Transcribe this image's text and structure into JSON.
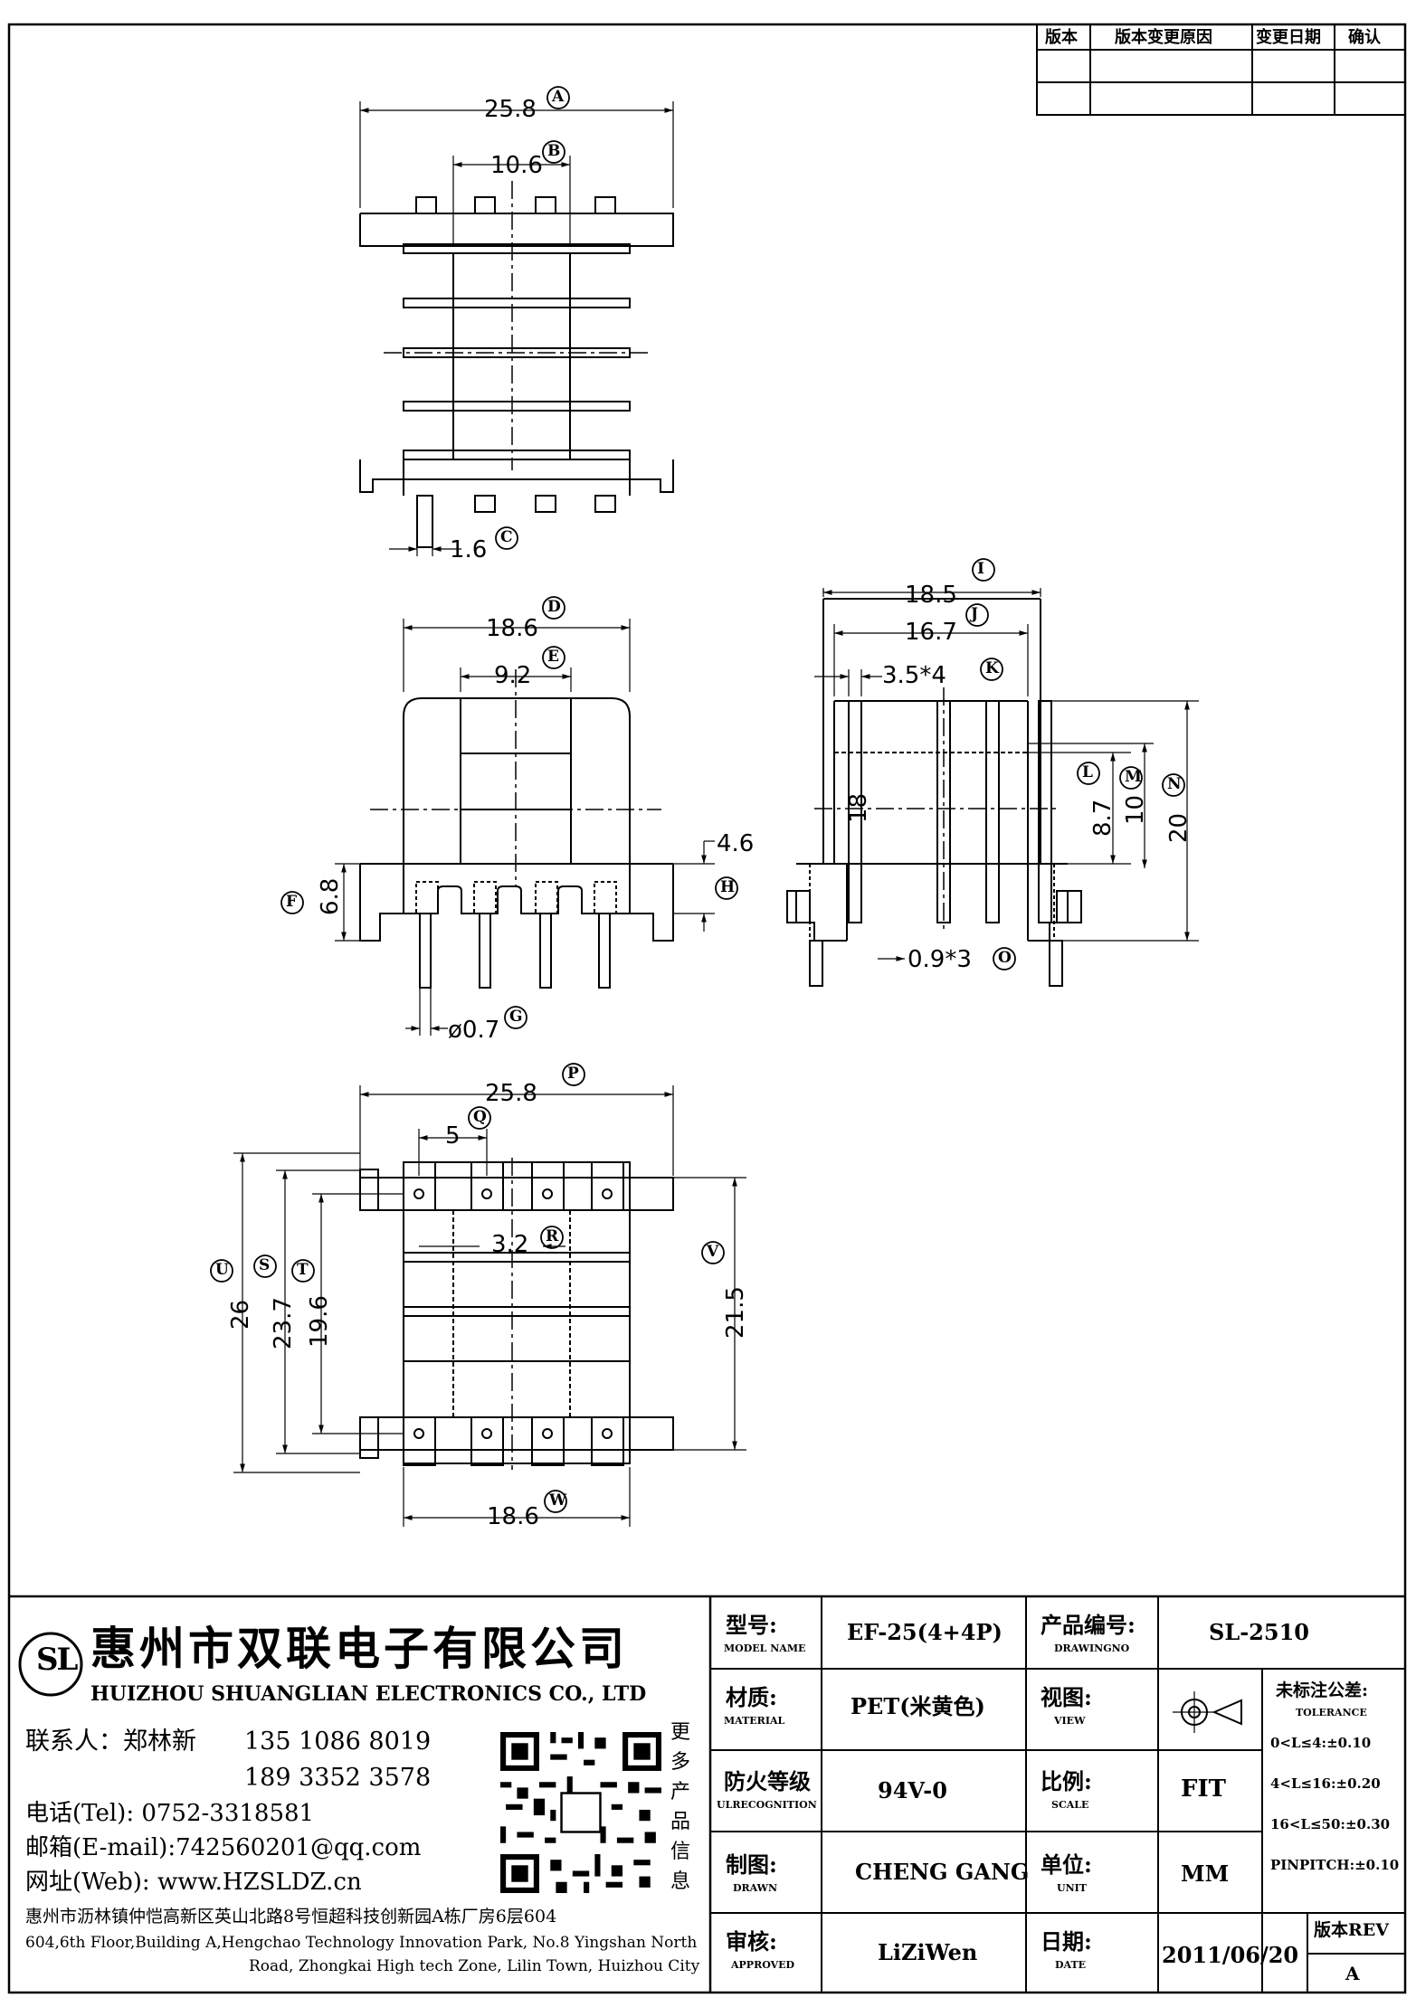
{
  "revision_table": {
    "headers": [
      "版本",
      "版本变更原因",
      "变更日期",
      "确认"
    ]
  },
  "dimensions": {
    "A": "25.8",
    "B": "10.6",
    "C": "1.6",
    "D": "18.6",
    "E": "9.2",
    "F": "6.8",
    "G": "ø0.7",
    "H": "4.6",
    "I": "18.5",
    "J": "16.7",
    "K": "3.5*4",
    "L": "8.7",
    "M": "10",
    "N": "20",
    "O": "0.9*3",
    "side_18": "18",
    "P": "25.8",
    "Q": "5",
    "R": "3.2",
    "S": "23.7",
    "T": "19.6",
    "U": "26",
    "V": "21.5",
    "W": "18.6"
  },
  "dimension_tags": [
    "A",
    "B",
    "C",
    "D",
    "E",
    "F",
    "G",
    "H",
    "I",
    "J",
    "K",
    "L",
    "M",
    "N",
    "O",
    "P",
    "Q",
    "R",
    "S",
    "T",
    "U",
    "V",
    "W"
  ],
  "company": {
    "logo_letters": "SL",
    "name_cn": "惠州市双联电子有限公司",
    "name_en": "HUIZHOU SHUANGLIAN ELECTRONICS CO., LTD",
    "contact_label": "联系人：郑林新",
    "phone1": "135 1086 8019",
    "phone2": "189 3352 3578",
    "tel": "电话(Tel): 0752-3318581",
    "email": "邮箱(E-mail):742560201@qq.com",
    "web": "网址(Web): www.HZSLDZ.cn",
    "qr_caption": [
      "更",
      "多",
      "产",
      "品",
      "信",
      "息"
    ],
    "address_cn": "惠州市沥林镇仲恺高新区英山北路8号恒超科技创新园A栋厂房6层604",
    "address_en_1": "604,6th Floor,Building A,Hengchao Technology Innovation Park, No.8 Yingshan North",
    "address_en_2": "Road, Zhongkai High tech Zone, Lilin Town, Huizhou City"
  },
  "title_block": {
    "model_label": "型号:",
    "model_label_en": "MODEL NAME",
    "model_value": "EF-25(4+4P)",
    "drawing_no_label": "产品编号:",
    "drawing_no_label_en": "DRAWINGNO",
    "drawing_no_value": "SL-2510",
    "material_label": "材质:",
    "material_label_en": "MATERIAL",
    "material_value": "PET(米黄色)",
    "view_label": "视图:",
    "view_label_en": "VIEW",
    "tolerance_label": "未标注公差:",
    "tolerance_label_en": "TOLERANCE",
    "tolerance_lines": [
      "0<L≤4:±0.10",
      "4<L≤16:±0.20",
      "16<L≤50:±0.30",
      "PINPITCH:±0.10"
    ],
    "fire_label": "防火等级",
    "fire_label_en": "ULRECOGNITION",
    "fire_value": "94V-0",
    "scale_label": "比例:",
    "scale_label_en": "SCALE",
    "scale_value": "FIT",
    "drawn_label": "制图:",
    "drawn_label_en": "DRAWN",
    "drawn_value": "CHENG GANG",
    "unit_label": "单位:",
    "unit_label_en": "UNIT",
    "unit_value": "MM",
    "approved_label": "审核:",
    "approved_label_en": "APPROVED",
    "approved_value": "LiZiWen",
    "date_label": "日期:",
    "date_label_en": "DATE",
    "date_value": "2011/06/20",
    "rev_label": "版本REV",
    "rev_value": "A"
  }
}
